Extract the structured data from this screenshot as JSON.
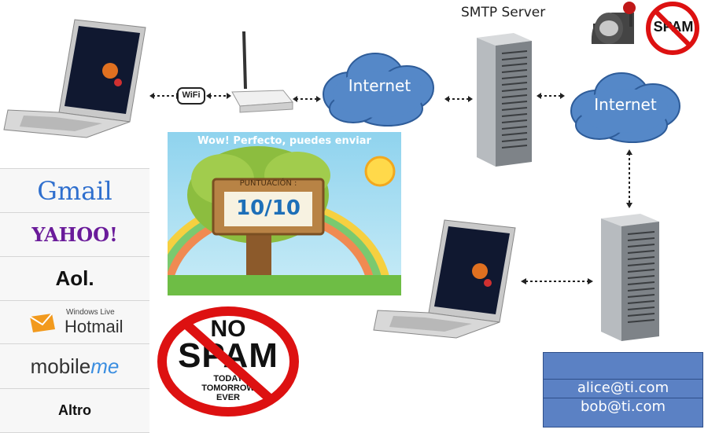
{
  "server": {
    "title": "SMTP Server"
  },
  "clouds": {
    "internet_left": "Internet",
    "internet_right": "Internet"
  },
  "wifi": {
    "label": "WiFi"
  },
  "quiz": {
    "banner": "Wow! Perfecto, puedes enviar",
    "score_label": "PUNTUACIÓN :",
    "score": "10/10"
  },
  "spam_sign_small": {
    "text": "SPAM"
  },
  "no_spam_sign": {
    "no": "NO",
    "spam": "SPAM",
    "line1": "TODAY",
    "line2": "TOMORROW",
    "line3": "EVER"
  },
  "providers": {
    "gmail": "Gmail",
    "yahoo": "YAHOO!",
    "aol": "Aol.",
    "hotmail_small": "Windows Live",
    "hotmail": "Hotmail",
    "mobileme_a": "mobile",
    "mobileme_b": "me",
    "altro": "Altro"
  },
  "mailbox": {
    "addresses": [
      "alice@ti.com",
      "bob@ti.com"
    ]
  },
  "colors": {
    "cloud": "#5588c8",
    "server": "#9ea3a8",
    "prohibition": "#dd1111",
    "mailbox_fill": "#5b81c4"
  }
}
